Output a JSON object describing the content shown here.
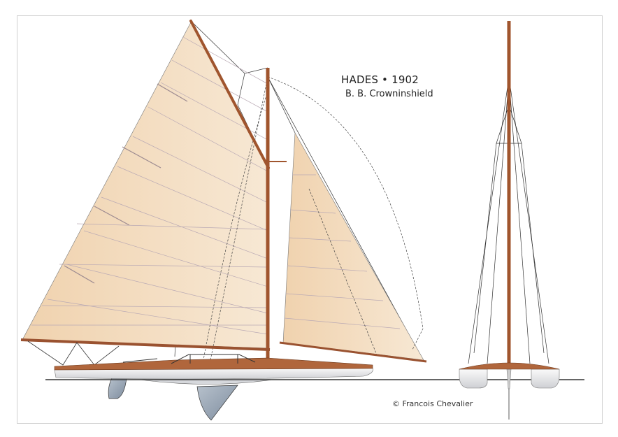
{
  "drawing": {
    "title": "HADES • 1902",
    "designer": "B. B. Crowninshield",
    "credit": "© Francois Chevalier"
  },
  "colors": {
    "sail": "#f3dcc0",
    "spar": "#a0552e",
    "deck": "#b0663c",
    "hull": "#e6e6e8",
    "keel": "#95a3b3"
  }
}
